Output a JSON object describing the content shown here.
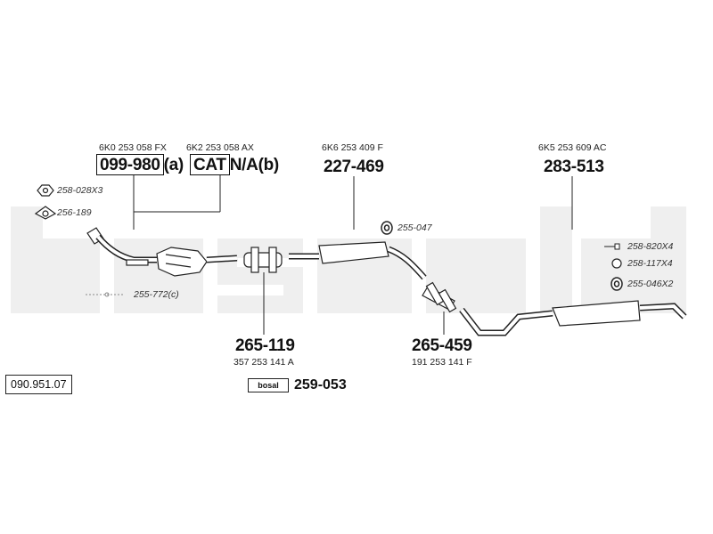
{
  "diagram": {
    "reference": "090.951.07",
    "groups": [
      {
        "oe": "6K0 253 058 FX",
        "part": "099-980",
        "suffix": "(a)"
      },
      {
        "oe": "6K2 253 058 AX",
        "part": "CAT",
        "suffix": "N/A(b)"
      },
      {
        "oe": "6K6 253 409 F",
        "part": "227-469"
      },
      {
        "oe": "6K5 253 609 AC",
        "part": "283-513"
      },
      {
        "oe": "357 253 141 A",
        "part": "265-119"
      },
      {
        "oe": "191 253 141 F",
        "part": "265-459"
      }
    ],
    "accessory": {
      "badge": "bosal",
      "part": "259-053"
    },
    "small_parts": [
      {
        "label": "258-028X3",
        "icon": "nut-icon"
      },
      {
        "label": "256-189",
        "icon": "gasket-icon"
      },
      {
        "label": "255-772(c)",
        "icon": "bolt-icon"
      },
      {
        "label": "255-047",
        "icon": "rubber-mount-icon"
      },
      {
        "label": "258-820X4",
        "icon": "bolt-icon"
      },
      {
        "label": "258-117X4",
        "icon": "washer-icon"
      },
      {
        "label": "255-046X2",
        "icon": "rubber-mount-icon"
      }
    ],
    "watermark": "bosal"
  }
}
